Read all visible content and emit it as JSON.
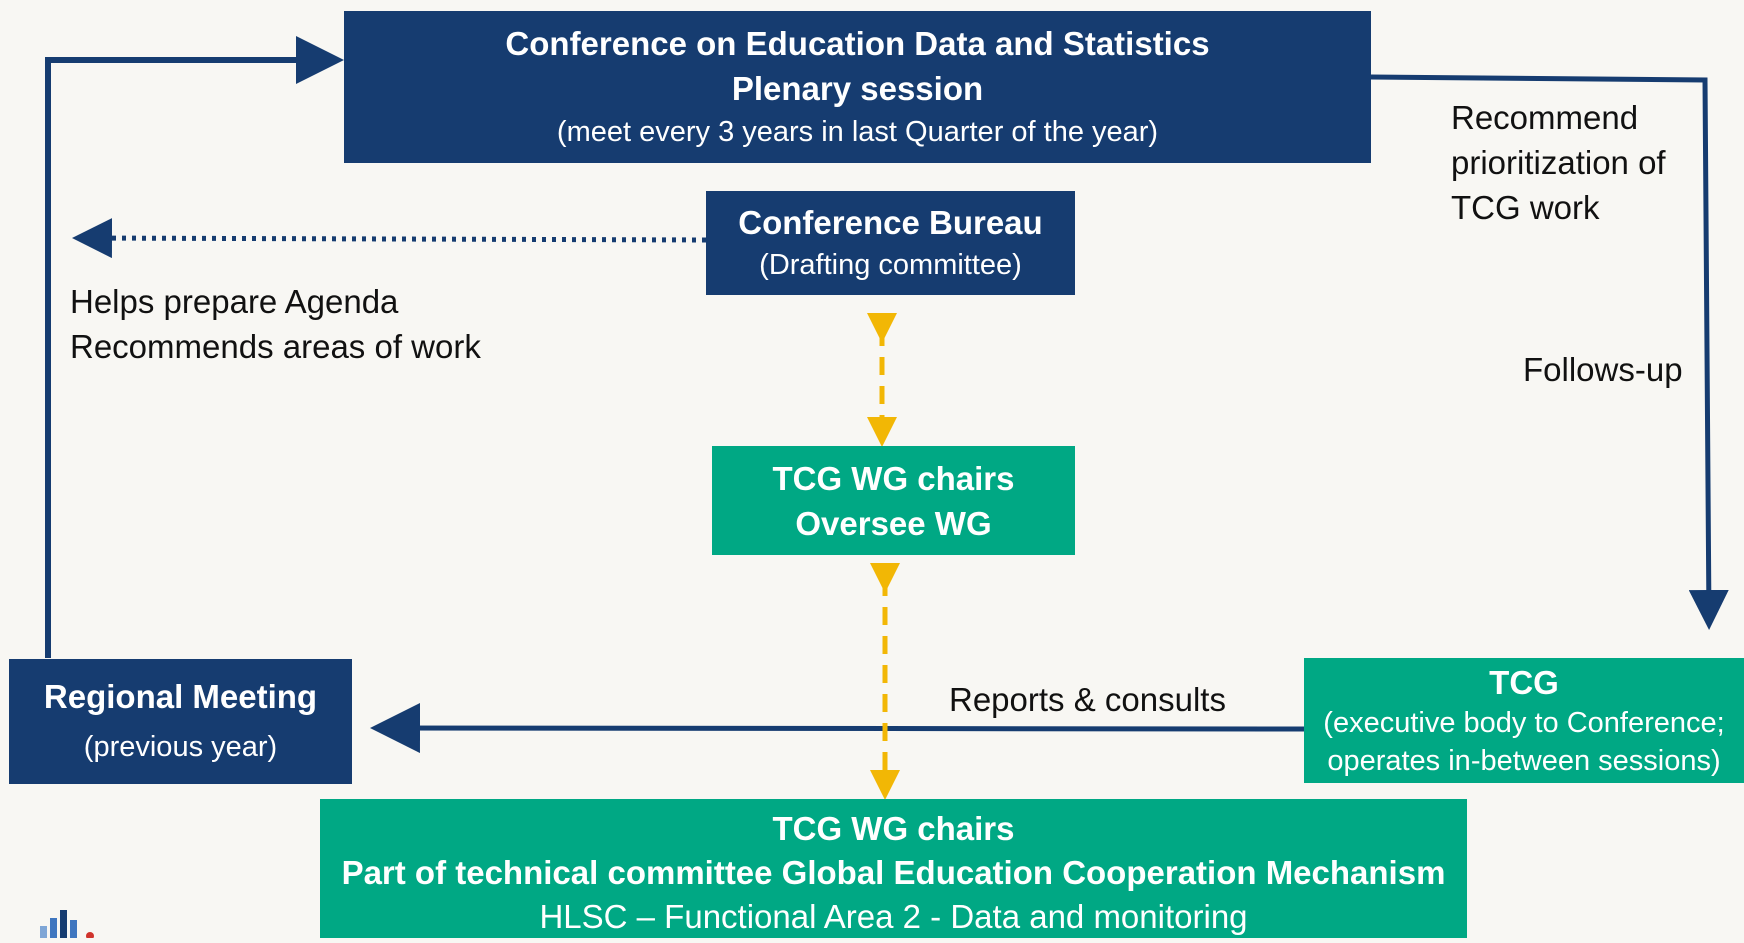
{
  "conference": {
    "title": "Conference on Education Data and Statistics",
    "subtitle": "Plenary session",
    "note": "(meet every 3 years in last Quarter of the year)"
  },
  "bureau": {
    "title": "Conference Bureau",
    "note": "(Drafting committee)"
  },
  "wg_chairs": {
    "line1": "TCG WG chairs",
    "line2": "Oversee WG"
  },
  "regional": {
    "title": "Regional Meeting",
    "note": "(previous year)"
  },
  "tcg": {
    "title": "TCG",
    "note_line1": "(executive body to Conference;",
    "note_line2": "operates in-between sessions)"
  },
  "bottom": {
    "line1": "TCG WG chairs",
    "line2": "Part of technical committee Global Education Cooperation Mechanism",
    "line3": "HLSC – Functional Area 2  - Data and monitoring"
  },
  "labels": {
    "helps_prepare": "Helps prepare Agenda",
    "recommends_areas": "Recommends areas of work",
    "recommend_1": "Recommend",
    "recommend_2": "prioritization of",
    "recommend_3": "TCG work",
    "follows_up": "Follows-up",
    "reports_consults": "Reports & consults"
  },
  "colors": {
    "navy": "#163c70",
    "green": "#00a884",
    "yellow_dashed": "#f2b705"
  }
}
